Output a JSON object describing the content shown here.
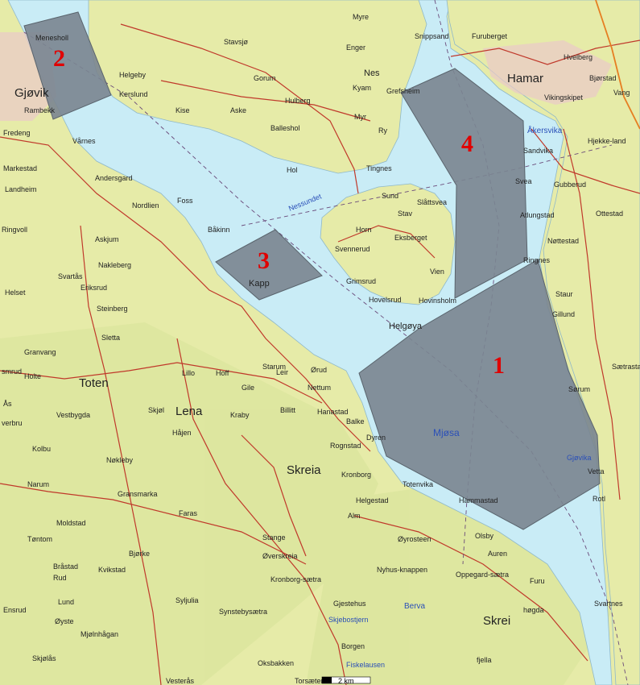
{
  "map": {
    "colors": {
      "water": "#c9ecf6",
      "land": "#e6eba8",
      "forest": "#d8e49a",
      "road": "#c0392b",
      "zone_fill": "#7a8590",
      "zone_label": "#e00000"
    },
    "lake": {
      "name": "Mjøsa"
    },
    "zones": [
      {
        "id": "1",
        "label": "1"
      },
      {
        "id": "2",
        "label": "2"
      },
      {
        "id": "3",
        "label": "3"
      },
      {
        "id": "4",
        "label": "4"
      }
    ],
    "towns": {
      "gjovik": "Gjøvik",
      "hamar": "Hamar",
      "toten": "Toten",
      "lena": "Lena",
      "skreia": "Skreia",
      "kapp": "Kapp",
      "helgoya": "Helgøya",
      "nes": "Nes",
      "skrei": "Skrei"
    },
    "water_labels": {
      "nessundet": "Nessundet",
      "akersvika": "Åkersvika",
      "gjovika": "Gjøvika",
      "berva": "Berva",
      "skjebostjern": "Skjebostjern",
      "fiskelausen": "Fiskelausen"
    },
    "places": {
      "menesholl": "Menesholl",
      "helgeby": "Helgeby",
      "kerslund": "Kerslund",
      "rambekk": "Rambekk",
      "kise": "Kise",
      "aske": "Aske",
      "gorum": "Gorum",
      "stavsjo": "Stavsjø",
      "enger": "Enger",
      "myre": "Myre",
      "snippsand": "Snippsand",
      "kyam": "Kyam",
      "hulberg": "Hulberg",
      "balleshol": "Balleshol",
      "myr": "Myr",
      "ry": "Ry",
      "hol": "Hol",
      "tingnes": "Tingnes",
      "grefsheim": "Grefsheim",
      "furuberget": "Furuberget",
      "hvelberg": "Hvelberg",
      "bjorstad": "Bjørstad",
      "vang": "Vang",
      "vikingskipet": "Vikingskipet",
      "sandvika": "Sandvika",
      "hjekkeland": "Hjekke-land",
      "svea": "Svea",
      "gubberud": "Gubberud",
      "ottestad": "Ottestad",
      "atlungstad": "Atlungstad",
      "nottestad": "Nøttestad",
      "ringnes": "Ringnes",
      "staur": "Staur",
      "gillund": "Gillund",
      "saetrastad": "Sætrastad",
      "sorum": "Sørum",
      "veta": "Vetta",
      "rotl": "Rotl",
      "svartnes": "Svartnes",
      "varnes": "Vårnes",
      "fredeng": "Fredeng",
      "andersgard": "Andersgard",
      "markestad": "Markestad",
      "landheim": "Landheim",
      "foss": "Foss",
      "nordlien": "Nordlien",
      "bakinn": "Båkinn",
      "askjum": "Askjum",
      "ringvoll": "Ringvoll",
      "nakleberg": "Nakleberg",
      "svartas": "Svartås",
      "eriksrud": "Eriksrud",
      "steinberg": "Steinberg",
      "helset": "Helset",
      "sletta": "Sletta",
      "granvang": "Granvang",
      "holte": "Holte",
      "as": "Ås",
      "smrud": "smrud",
      "lillo": "Lillo",
      "hoff": "Hoff",
      "starum": "Starum",
      "leir": "Leir",
      "orud": "Ørud",
      "gile": "Gile",
      "nettum": "Nettum",
      "hanastad": "Hanastad",
      "balke": "Balke",
      "dyren": "Dyren",
      "billitt": "Billitt",
      "kraby": "Kraby",
      "skjol": "Skjøl",
      "hajen": "Håjen",
      "vestbygda": "Vestbygda",
      "verbru": "verbru",
      "kolbu": "Kolbu",
      "narum": "Narum",
      "gransmarka": "Gransmarka",
      "nokleby": "Nøkleby",
      "rognstad": "Rognstad",
      "kronborg": "Kronborg",
      "totenvika": "Totenvika",
      "helgestad": "Helgestad",
      "alm": "Alm",
      "hammastad": "Hammastad",
      "olsby": "Olsby",
      "auren": "Auren",
      "oyrosteen": "Øyrosteen",
      "nyhusknappen": "Nyhus-knappen",
      "oppegardsaetra": "Oppegard-sætra",
      "furu": "Furu",
      "hogda": "høgda",
      "faras": "Faras",
      "stange": "Stange",
      "overskreia": "Øverskreia",
      "kronborgsaetra": "Kronborg-sætra",
      "moldstad": "Moldstad",
      "tomtom": "Tøntom",
      "bjorke": "Bjørke",
      "brastad": "Bråstad",
      "rud": "Rud",
      "kvikstad": "Kvikstad",
      "lund": "Lund",
      "ensrud": "Ensrud",
      "oyste": "Øyste",
      "mjolnhagan": "Mjølnhågan",
      "skjolas": "Skjølås",
      "syljulia": "Syljulia",
      "synstebysaetra": "Synstebysætra",
      "gjestehus": "Gjestehus",
      "borgen": "Borgen",
      "oksbakken": "Oksbakken",
      "vesteras": "Vesterås",
      "torsaeter": "Torsæter",
      "sund": "Sund",
      "slattsvea": "Slåttsvea",
      "stav": "Stav",
      "horn": "Horn",
      "svennerud": "Svennerud",
      "eksberget": "Eksberget",
      "grimsrud": "Grimsrud",
      "vien": "Vien",
      "hovelsrud": "Hovelsrud",
      "hovinsholm": "Hovinsholm",
      "fjella": "fjella"
    },
    "scale": {
      "label": "2 km"
    }
  }
}
